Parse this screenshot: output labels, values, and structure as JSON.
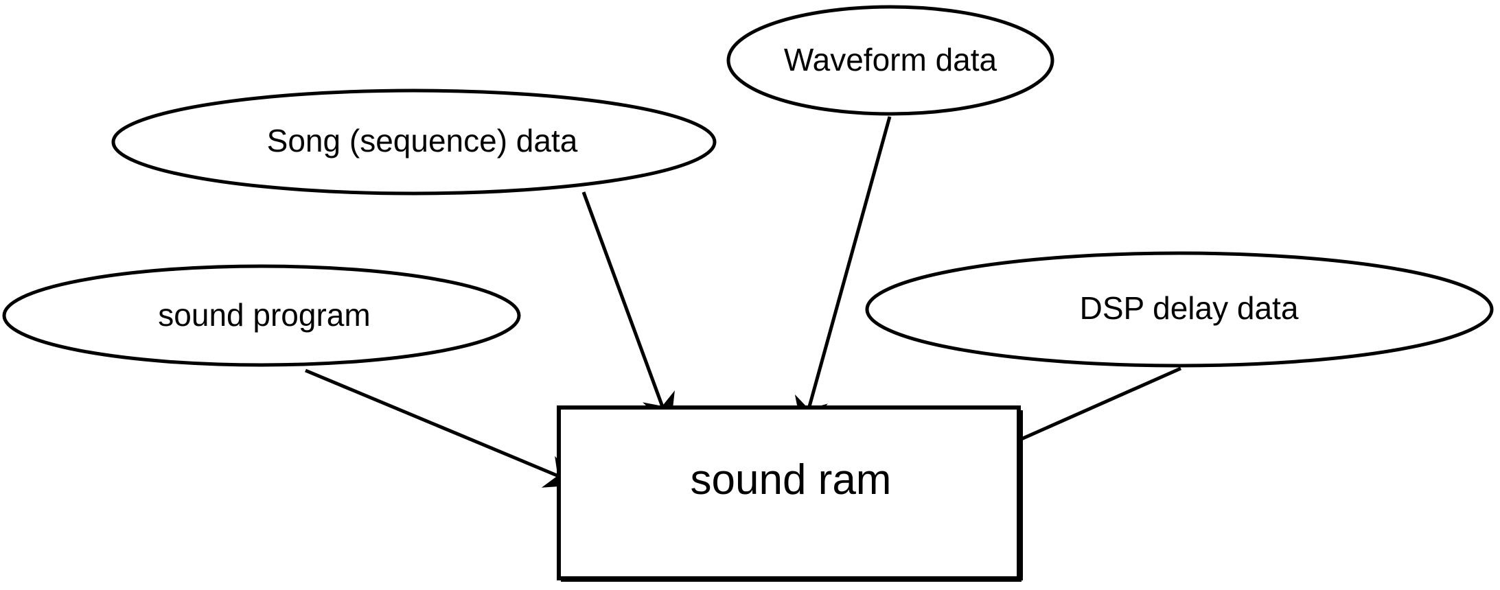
{
  "diagram": {
    "nodes": {
      "waveform": {
        "label": "Waveform data"
      },
      "song": {
        "label": "Song (sequence) data"
      },
      "sound_program": {
        "label": "sound program"
      },
      "dsp_delay": {
        "label": "DSP delay data"
      },
      "sound_ram": {
        "label": "sound ram"
      }
    },
    "edges": [
      {
        "from": "sound program",
        "to": "sound ram"
      },
      {
        "from": "Song (sequence) data",
        "to": "sound ram"
      },
      {
        "from": "Waveform data",
        "to": "sound ram"
      },
      {
        "from": "DSP delay data",
        "to": "sound ram"
      }
    ],
    "colors": {
      "stroke": "#000000",
      "background": "#ffffff"
    }
  }
}
